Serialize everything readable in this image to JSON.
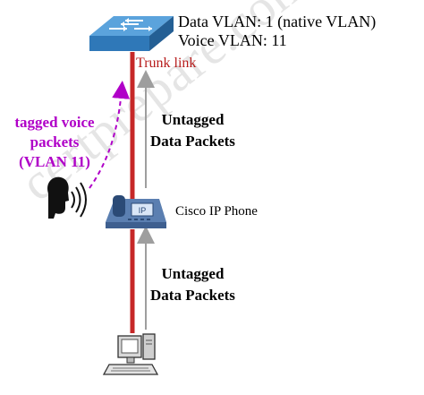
{
  "switch": {
    "data_vlan": "Data VLAN: 1 (native VLAN)",
    "voice_vlan": "Voice VLAN: 11"
  },
  "trunk_label": "Trunk link",
  "upper_flow": {
    "line1": "Untagged",
    "line2": "Data Packets"
  },
  "lower_flow": {
    "line1": "Untagged",
    "line2": "Data Packets"
  },
  "voice": {
    "line1": "tagged voice",
    "line2": "packets",
    "line3": "(VLAN 11)"
  },
  "phone": {
    "label": "Cisco IP Phone",
    "screen_text": "IP"
  },
  "watermark": "certprepare.com",
  "colors": {
    "link": "#c62828",
    "voice": "#b000c8",
    "switch": "#3d86c6",
    "arrow": "#9e9e9e"
  },
  "icons": [
    "switch-icon",
    "ip-phone-icon",
    "speaker-icon",
    "pc-icon"
  ]
}
